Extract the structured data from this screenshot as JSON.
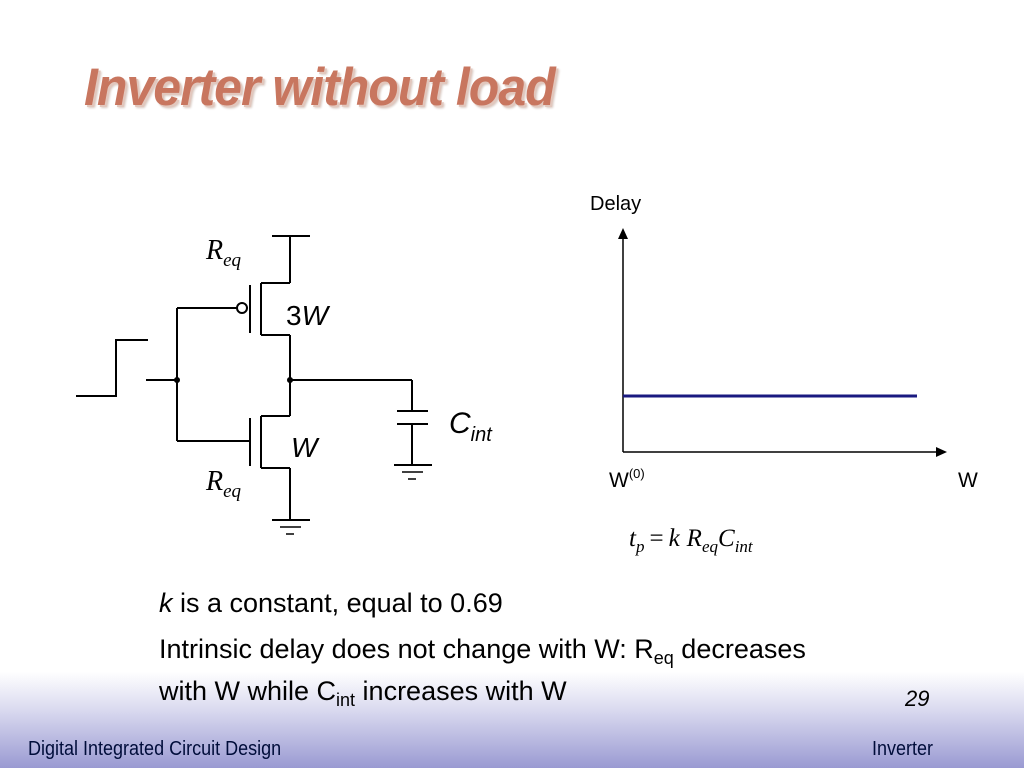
{
  "slide": {
    "title": "Inverter without load",
    "page_number": "29",
    "footer_left": "Digital Integrated Circuit Design",
    "footer_right": "Inverter",
    "colors": {
      "title": "#c8765f",
      "curve": "#1a1a80",
      "footer_band": "#9a9ad2"
    }
  },
  "circuit": {
    "pmos_resistance": {
      "symbol": "R",
      "subscript": "eq"
    },
    "nmos_resistance": {
      "symbol": "R",
      "subscript": "eq"
    },
    "pmos_width": {
      "factor": "3",
      "symbol": "W"
    },
    "nmos_width": {
      "symbol": "W"
    },
    "capacitor": {
      "symbol": "C",
      "subscript": "int"
    }
  },
  "delay_plot": {
    "y_label": "Delay",
    "x_label": "W",
    "x_origin_label": {
      "base": "W",
      "superscript": "(0)"
    },
    "formula": {
      "lhs": "t",
      "lhs_sub": "p",
      "equals": "=",
      "k": "k",
      "r": "R",
      "r_sub": "eq",
      "c": "C",
      "c_sub": "int"
    }
  },
  "chart_data": {
    "type": "line",
    "xlabel": "W",
    "ylabel": "Delay",
    "series": [
      {
        "values": [
          "constant",
          "constant"
        ]
      }
    ]
  },
  "bullets": {
    "b1": {
      "k": "k",
      "text": " is a constant, equal to 0.69"
    },
    "b2": {
      "part1": "Intrinsic delay does not change with W: R",
      "sub1": "eq",
      "part2": " decreases"
    },
    "b3": {
      "part1": "with W while C",
      "sub1": "int",
      "part2": " increases with W"
    }
  }
}
